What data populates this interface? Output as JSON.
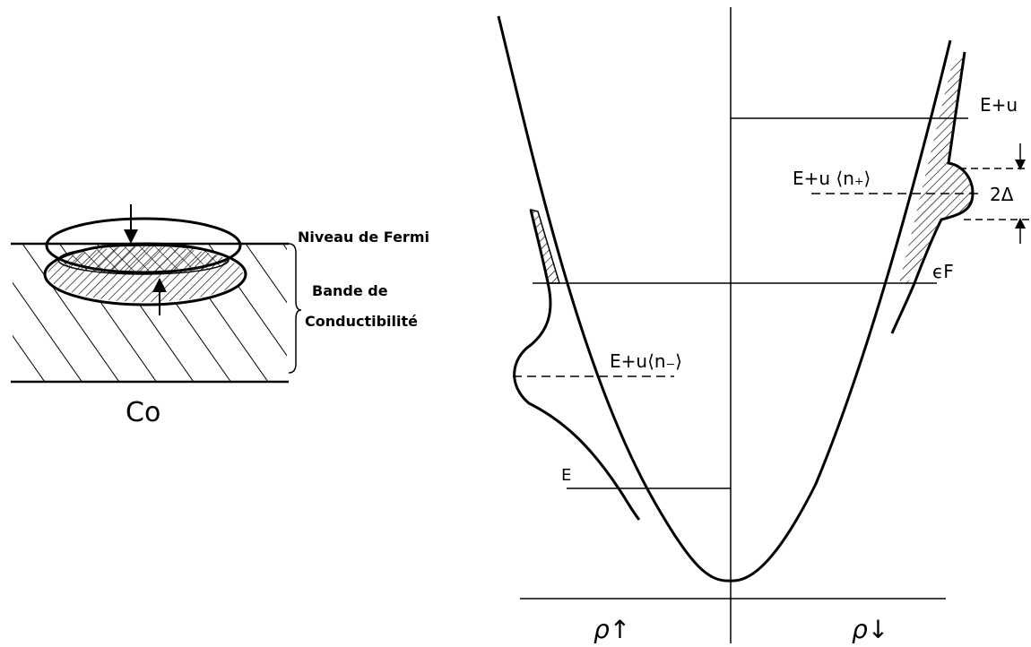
{
  "left_panel": {
    "fermi_level_label": "Niveau de Fermi",
    "band_label_line1": "Bande de",
    "band_label_line2": "Conductibilité",
    "element_label": "Co"
  },
  "right_panel": {
    "level_e_plus_u": "E+u",
    "level_e_plus_u_n_plus": "E+u ⟨n₊⟩",
    "split_label": "2Δ",
    "fermi_label": "ϵF",
    "level_e_plus_u_n_minus": "E+u⟨n₋⟩",
    "level_e": "E",
    "axis_left_label": "ρ↑",
    "axis_right_label": "ρ↓"
  },
  "colors": {
    "ink": "#000000",
    "background": "#ffffff"
  }
}
